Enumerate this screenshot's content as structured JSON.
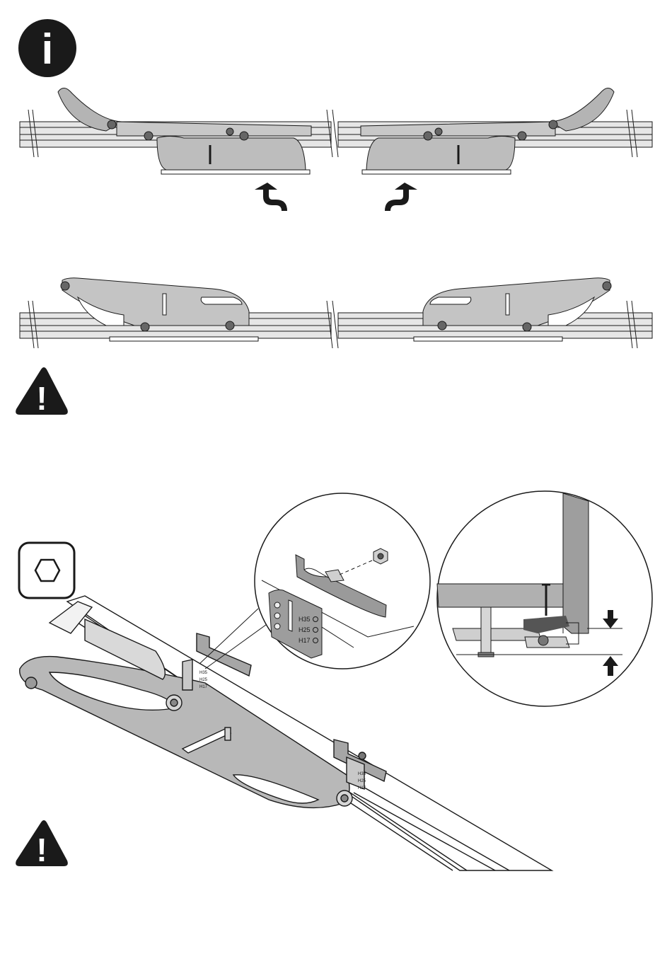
{
  "icons": {
    "info": {
      "name": "info-icon",
      "glyph": "i"
    },
    "warning_top": {
      "name": "warning-icon",
      "glyph": "!"
    },
    "warning_bottom": {
      "name": "warning-icon",
      "glyph": "!"
    },
    "tool": {
      "name": "hex-key-icon"
    }
  },
  "bracket_labels": {
    "zoom": [
      "H35",
      "H25",
      "H17"
    ],
    "small_1": [
      "H35",
      "H25",
      "H17"
    ],
    "small_2": [
      "H35",
      "H25",
      "H17"
    ]
  },
  "colors": {
    "ink": "#1a1a1a",
    "part_grey": "#b4b4b4",
    "part_dark": "#8a8a8a",
    "rail": "#d8d8d8"
  }
}
